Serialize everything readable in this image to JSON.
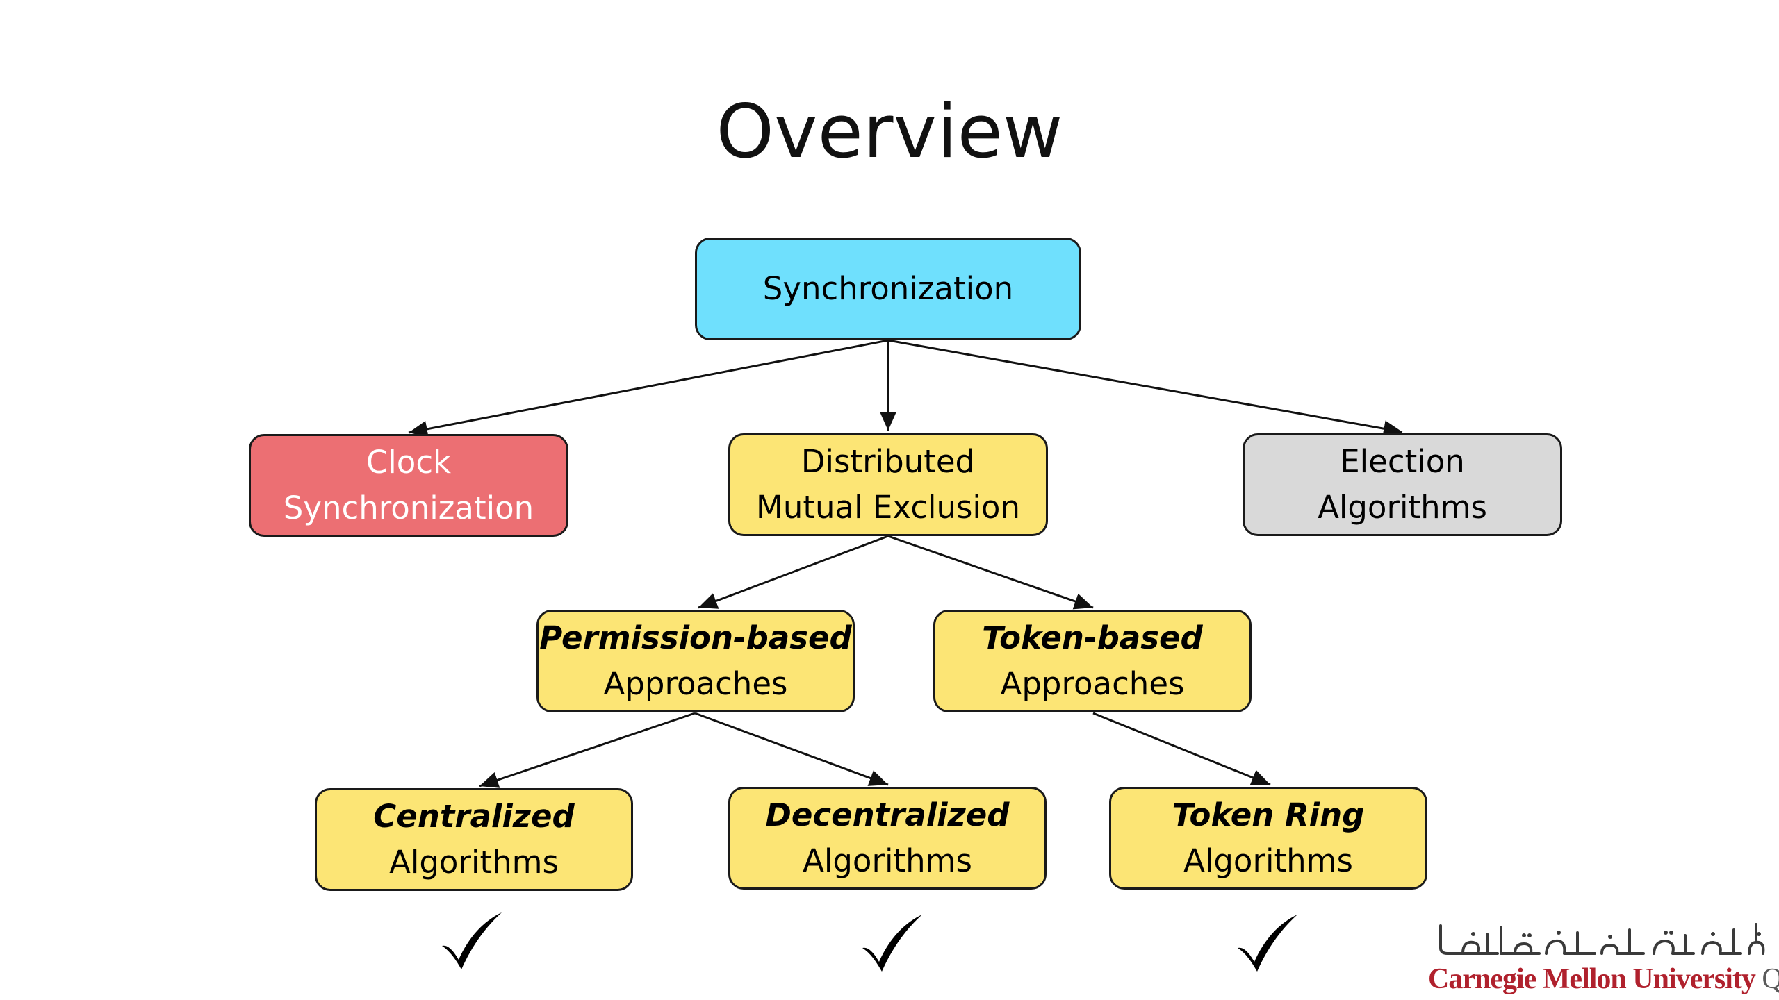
{
  "slide": {
    "title": "Overview"
  },
  "diagram": {
    "root": {
      "label": "Synchronization"
    },
    "clock": {
      "line1": "Clock",
      "line2": "Synchronization"
    },
    "mutex": {
      "line1": "Distributed",
      "line2": "Mutual Exclusion"
    },
    "election": {
      "line1": "Election",
      "line2": "Algorithms"
    },
    "permission": {
      "emph": "Permission-based",
      "line2": "Approaches"
    },
    "token": {
      "emph": "Token-based",
      "line2": "Approaches"
    },
    "centralized": {
      "emph": "Centralized",
      "line2": "Algorithms"
    },
    "decentralized": {
      "emph": "Decentralized",
      "line2": "Algorithms"
    },
    "token_ring": {
      "emph": "Token Ring",
      "line2": "Algorithms"
    },
    "checkmarks": [
      "centralized",
      "decentralized",
      "token_ring"
    ]
  },
  "colors": {
    "root": "#6fe0fd",
    "clock": "#ec6f73",
    "mutex_family": "#fce575",
    "election": "#d9d9d9"
  },
  "logo": {
    "name": "Carnegie Mellon University",
    "campus": "Qatar",
    "arabic": "جامعة كارنيجي ميلون في قطر"
  }
}
